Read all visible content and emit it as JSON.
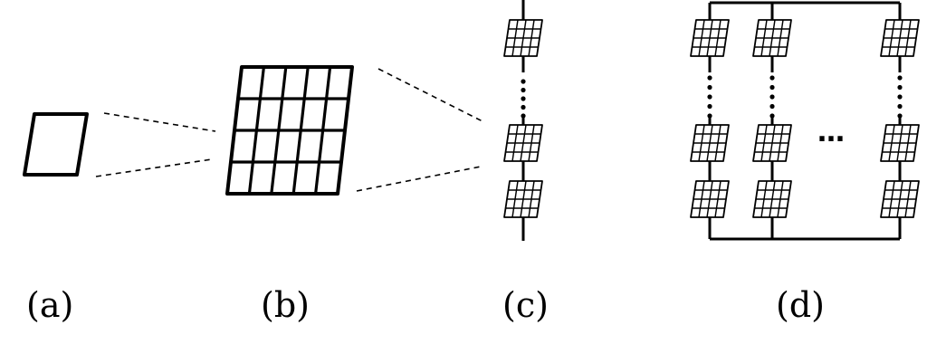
{
  "labels": {
    "a": "(a)",
    "b": "(b)",
    "c": "(c)",
    "d": "(d)"
  },
  "ellipsis": {
    "horizontal": "…"
  },
  "colors": {
    "line": "#000000",
    "background": "#ffffff"
  }
}
